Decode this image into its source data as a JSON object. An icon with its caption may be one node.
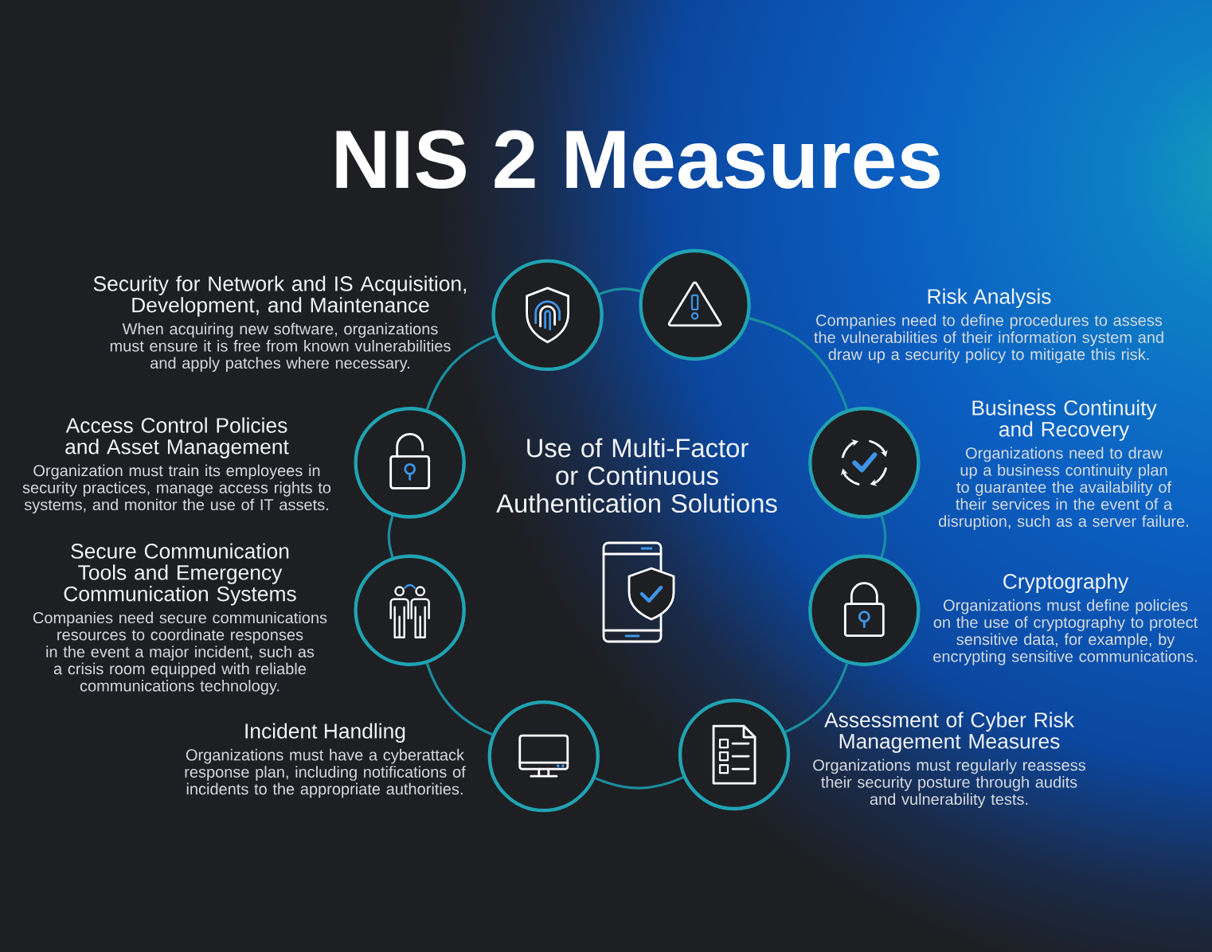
{
  "diagram": {
    "title": "NIS 2 Measures",
    "nodes": [
      {
        "text": [],
        "shape": "circle",
        "beside": [
          "Security for Network and IS Acquisition, Development, and Maintenance",
          "When acquiring new software, organizations must ensure it is free from known vulnerabilities and apply patches where necessary."
        ]
      },
      {
        "text": [],
        "shape": "circle",
        "beside": [
          "Risk Analysis",
          "Companies need to define procedures to assess the vulnerabilities of their information system and draw up a security policy to mitigate this risk."
        ]
      },
      {
        "text": [],
        "shape": "circle",
        "beside": [
          "Business Continuity and Recovery",
          "Organizations need to draw up a business continuity plan to guarantee the availability of their services in the event of a disruption, such as a server failure."
        ]
      },
      {
        "text": [],
        "shape": "circle",
        "beside": [
          "Cryptography",
          "Organizations must define policies on the use of cryptography to protect sensitive data, for example, by encrypting sensitive communications."
        ]
      },
      {
        "text": [],
        "shape": "circle",
        "beside": [
          "Assessment of Cyber Risk Management Measures",
          "Organizations must regularly reassess their security posture through audits and vulnerability tests."
        ]
      },
      {
        "text": [],
        "shape": "circle",
        "beside": [
          "Incident Handling",
          "Organizations must have a cyberattack response plan, including notifications of incidents to the appropriate authorities."
        ]
      },
      {
        "text": [],
        "shape": "circle",
        "beside": [
          "Secure Communication Tools and Emergency Communication Systems",
          "Companies need secure communications resources to coordinate responses in the event a major incident, such as a crisis room equipped with reliable communications technology."
        ]
      },
      {
        "text": [],
        "shape": "circle",
        "beside": [
          "Access Control Policies and Asset Management",
          "Organization must train its employees in security practices, manage access rights to systems, and monitor the use of IT assets."
        ]
      }
    ],
    "edges": [
      {
        "from": 0,
        "to": 1,
        "arrow": "none"
      },
      {
        "from": 1,
        "to": 2,
        "arrow": "none"
      },
      {
        "from": 2,
        "to": 3,
        "arrow": "none"
      },
      {
        "from": 3,
        "to": 4,
        "arrow": "none"
      },
      {
        "from": 4,
        "to": 5,
        "arrow": "none"
      },
      {
        "from": 5,
        "to": 6,
        "arrow": "none"
      },
      {
        "from": 6,
        "to": 7,
        "arrow": "none"
      },
      {
        "from": 7,
        "to": 0,
        "arrow": "none"
      }
    ],
    "labels": [
      "Use of Multi-Factor or Continuous Authentication Solutions"
    ]
  }
}
